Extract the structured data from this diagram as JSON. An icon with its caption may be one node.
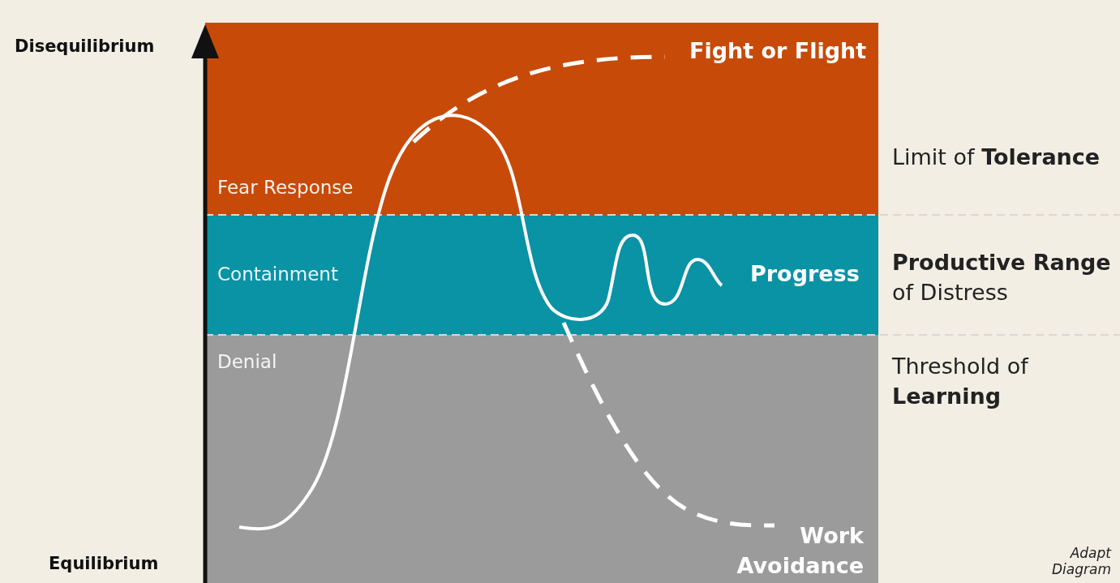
{
  "diagram": {
    "nodes": [
      {
        "text": [
          "Fear Response"
        ]
      },
      {
        "text": [
          "Containment"
        ]
      },
      {
        "text": [
          "Denial"
        ]
      }
    ],
    "labels": [
      "Disequilibrium",
      "Fight or Flight",
      "Limit of **Tolerance**",
      "Progress",
      "**Productive Range** of Distress",
      "Threshold of **Learning**",
      "Work Avoidance",
      "Equilibrium",
      "Adapt Diagram"
    ]
  }
}
